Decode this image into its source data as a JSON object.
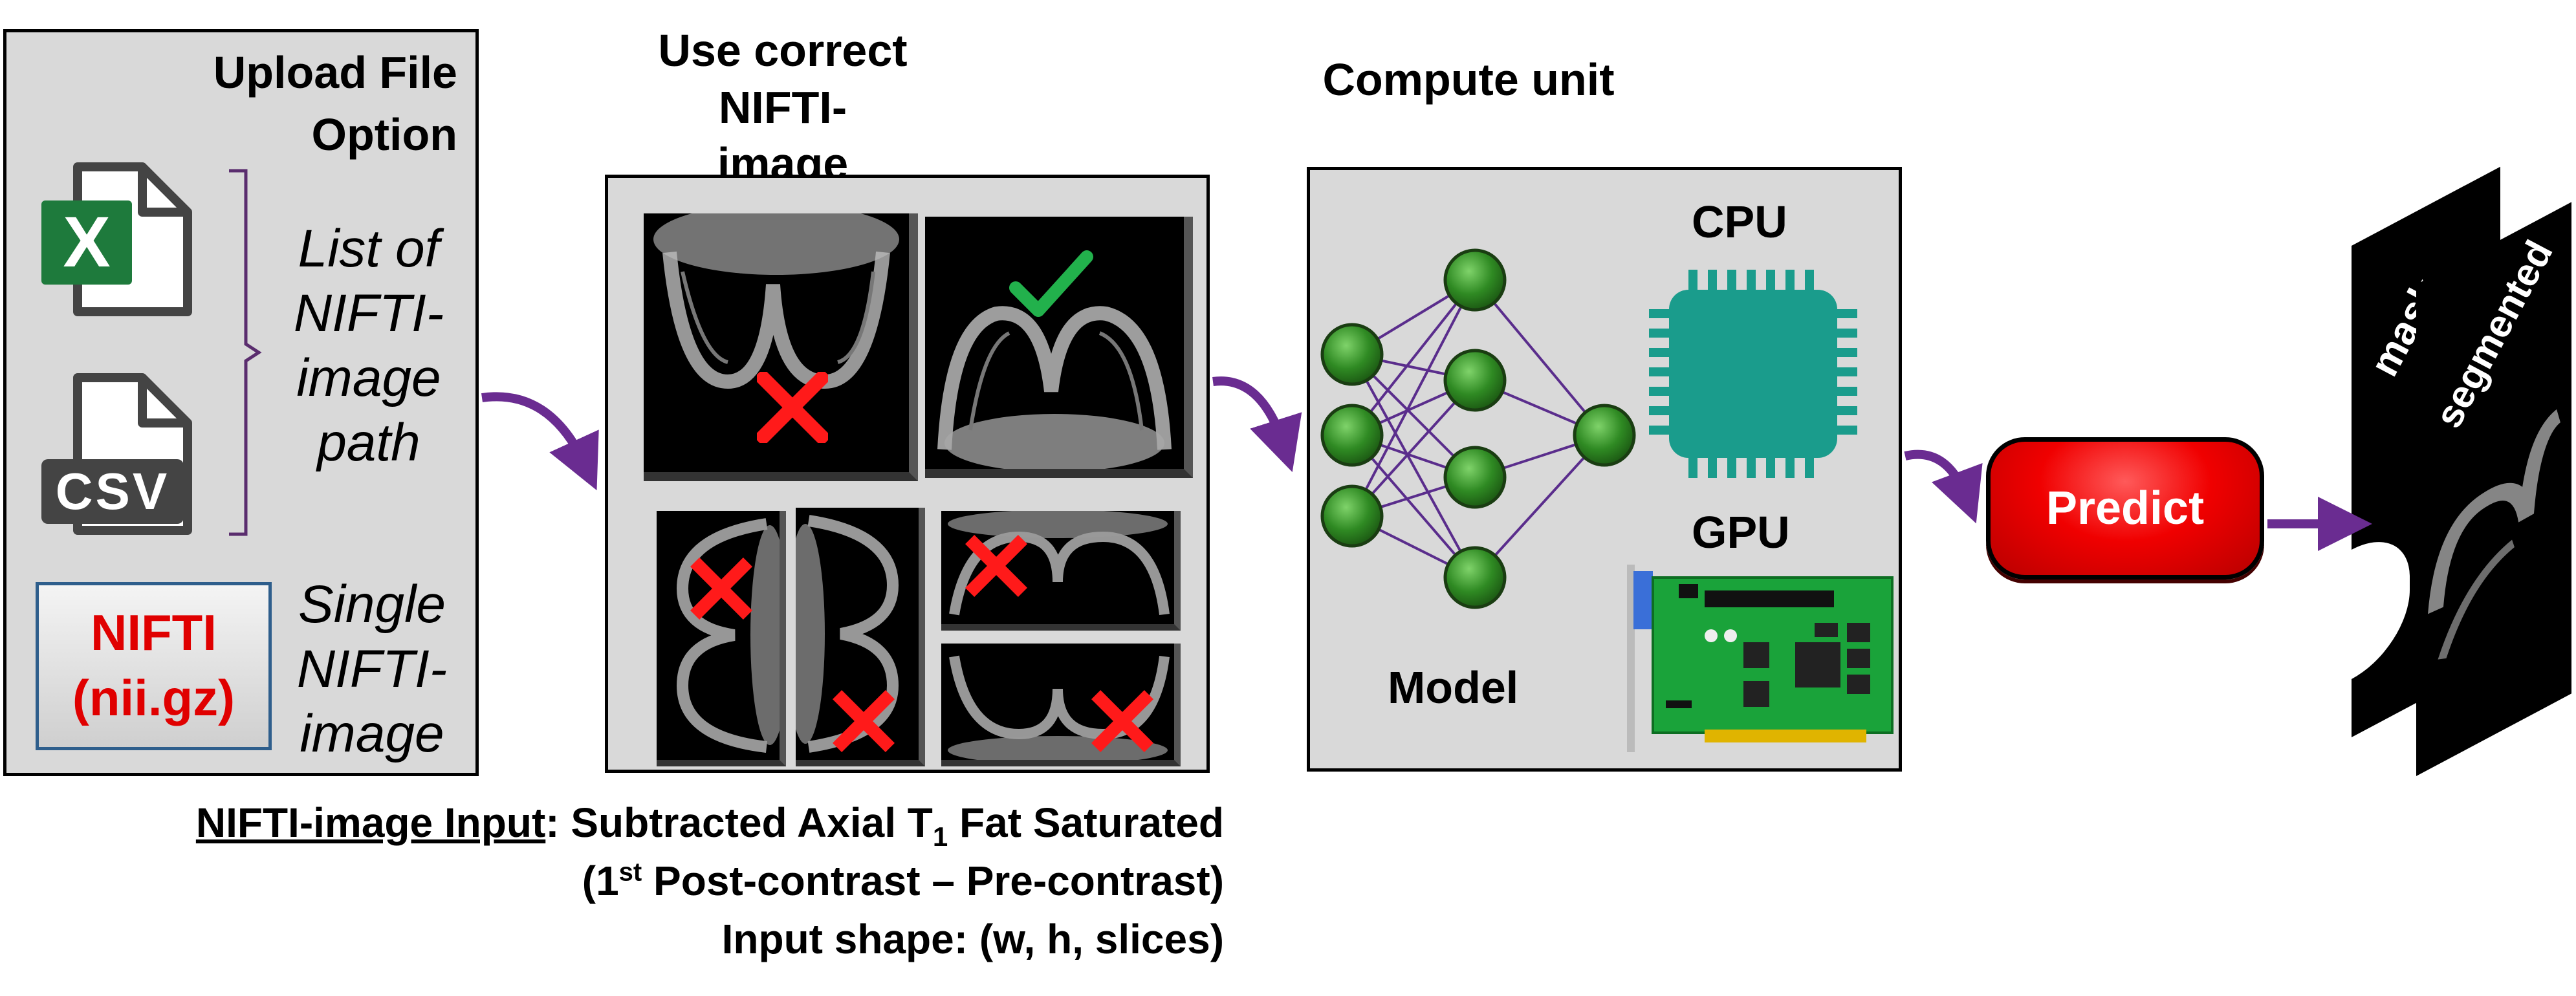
{
  "upload_panel": {
    "title_line1": "Upload File",
    "title_line2": "Option",
    "list_text": [
      "List of",
      "NIFTI-",
      "image",
      "path"
    ],
    "single_text": [
      "Single",
      "NIFTI-",
      "image"
    ],
    "excel_icon": "excel-file-icon",
    "excel_letter": "X",
    "csv_icon": "csv-file-icon",
    "csv_label": "CSV",
    "nifti_box_line1": "NIFTI",
    "nifti_box_line2": "(nii.gz)"
  },
  "orientation_panel": {
    "title_line1": "Use correct NIFTI-",
    "title_line2": "image orientation"
  },
  "compute_panel": {
    "title": "Compute unit",
    "cpu_label": "CPU",
    "gpu_label": "GPU",
    "model_label": "Model"
  },
  "predict": {
    "label": "Predict"
  },
  "outputs": {
    "mask_label": "mask",
    "segmented_label": "segmented"
  },
  "caption": {
    "input_label": "NIFTI-image Input",
    "line1_rest": ": Subtracted Axial T",
    "line1_sub": "1",
    "line1_tail": " Fat Saturated",
    "line2_start": "(1",
    "line2_sup": "st",
    "line2_rest": " Post-contrast – Pre-contrast)",
    "line3": "Input shape: (w, h, slices)"
  },
  "colors": {
    "panel_bg": "#d9d9d9",
    "arrow": "#6a2c91",
    "x_mark": "#ff1a1a",
    "check": "#22b14c",
    "cpu": "#1a9c8c",
    "gpu_board": "#1aa33a",
    "neuron": "#2f8a23",
    "nifti_text": "#e00000",
    "nifti_border": "#2e5e8c"
  }
}
